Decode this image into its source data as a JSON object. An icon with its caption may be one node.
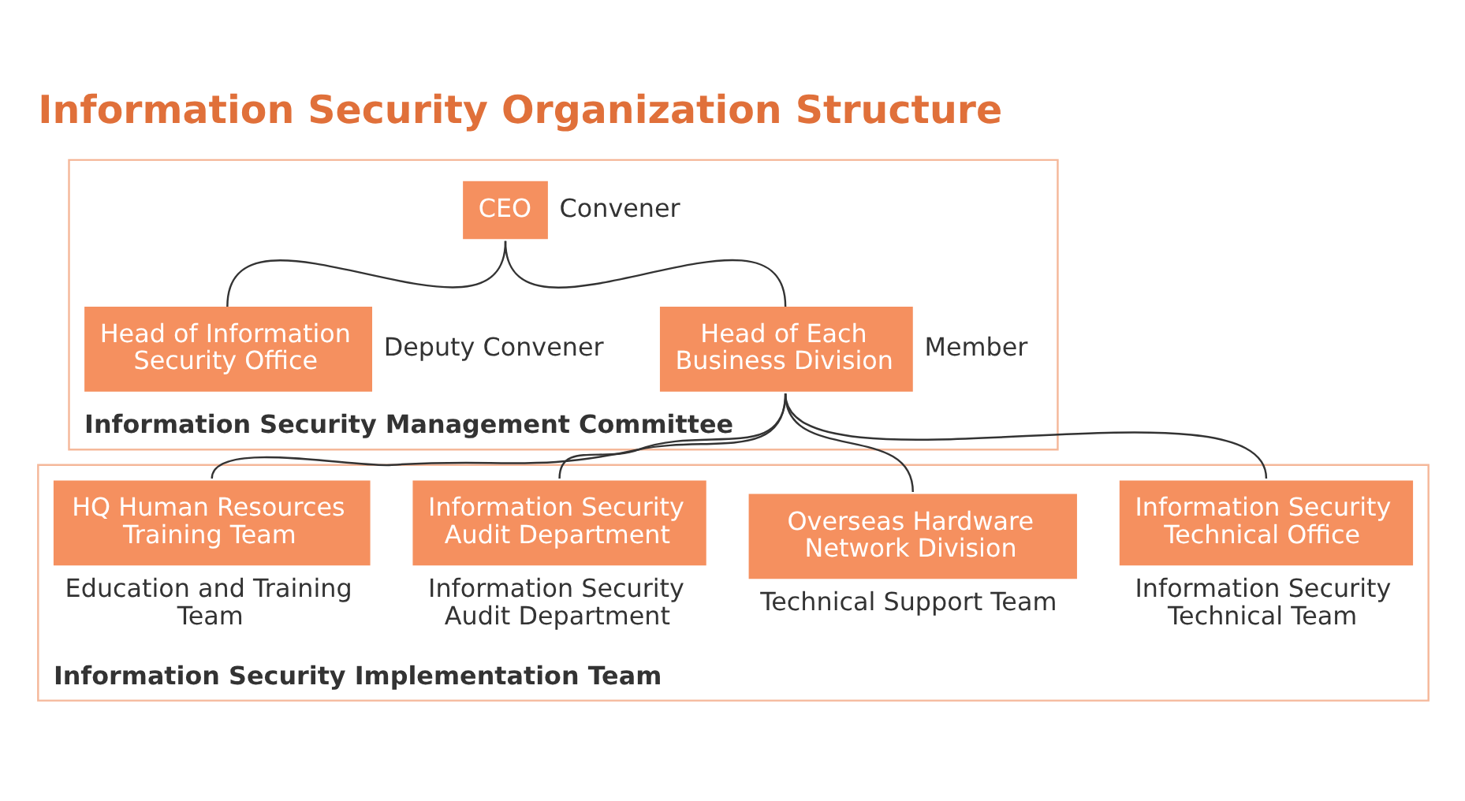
{
  "diagram": {
    "title": "Information Security Organization Structure",
    "nodes": [
      {
        "text": [
          "Information Security Management Committee"
        ]
      },
      {
        "text": [
          "CEO"
        ],
        "in": 0,
        "beside": [
          "Convener"
        ]
      },
      {
        "text": [
          "Head of Information Security Office"
        ],
        "in": 0,
        "beside": [
          "Deputy Convener"
        ]
      },
      {
        "text": [
          "Head of Each Business Division"
        ],
        "in": 0,
        "beside": [
          "Member"
        ]
      },
      {
        "text": [
          "Information Security Implementation Team"
        ]
      },
      {
        "text": [
          "Information Security Technical Office"
        ],
        "in": 4,
        "beside": [
          "Information Security Technical Team"
        ]
      },
      {
        "text": [
          "Overseas Hardware Network Division"
        ],
        "in": 4,
        "beside": [
          "Technical Support Team"
        ]
      },
      {
        "text": [
          "Information Security Audit Department"
        ],
        "in": 4,
        "beside": [
          "Information Security Audit Department"
        ]
      },
      {
        "text": [
          "HQ Human Resources Training Team"
        ],
        "in": 4,
        "beside": [
          "Education and Training Team"
        ]
      }
    ],
    "edges": [
      {
        "from": 1,
        "to": 2,
        "arrow": "none"
      },
      {
        "from": 1,
        "to": 3,
        "arrow": "none"
      },
      {
        "from": 3,
        "to": 5,
        "arrow": "none"
      },
      {
        "from": 3,
        "to": 6,
        "arrow": "none"
      },
      {
        "from": 3,
        "to": 7,
        "arrow": "none"
      },
      {
        "from": 3,
        "to": 8,
        "arrow": "none"
      }
    ]
  }
}
